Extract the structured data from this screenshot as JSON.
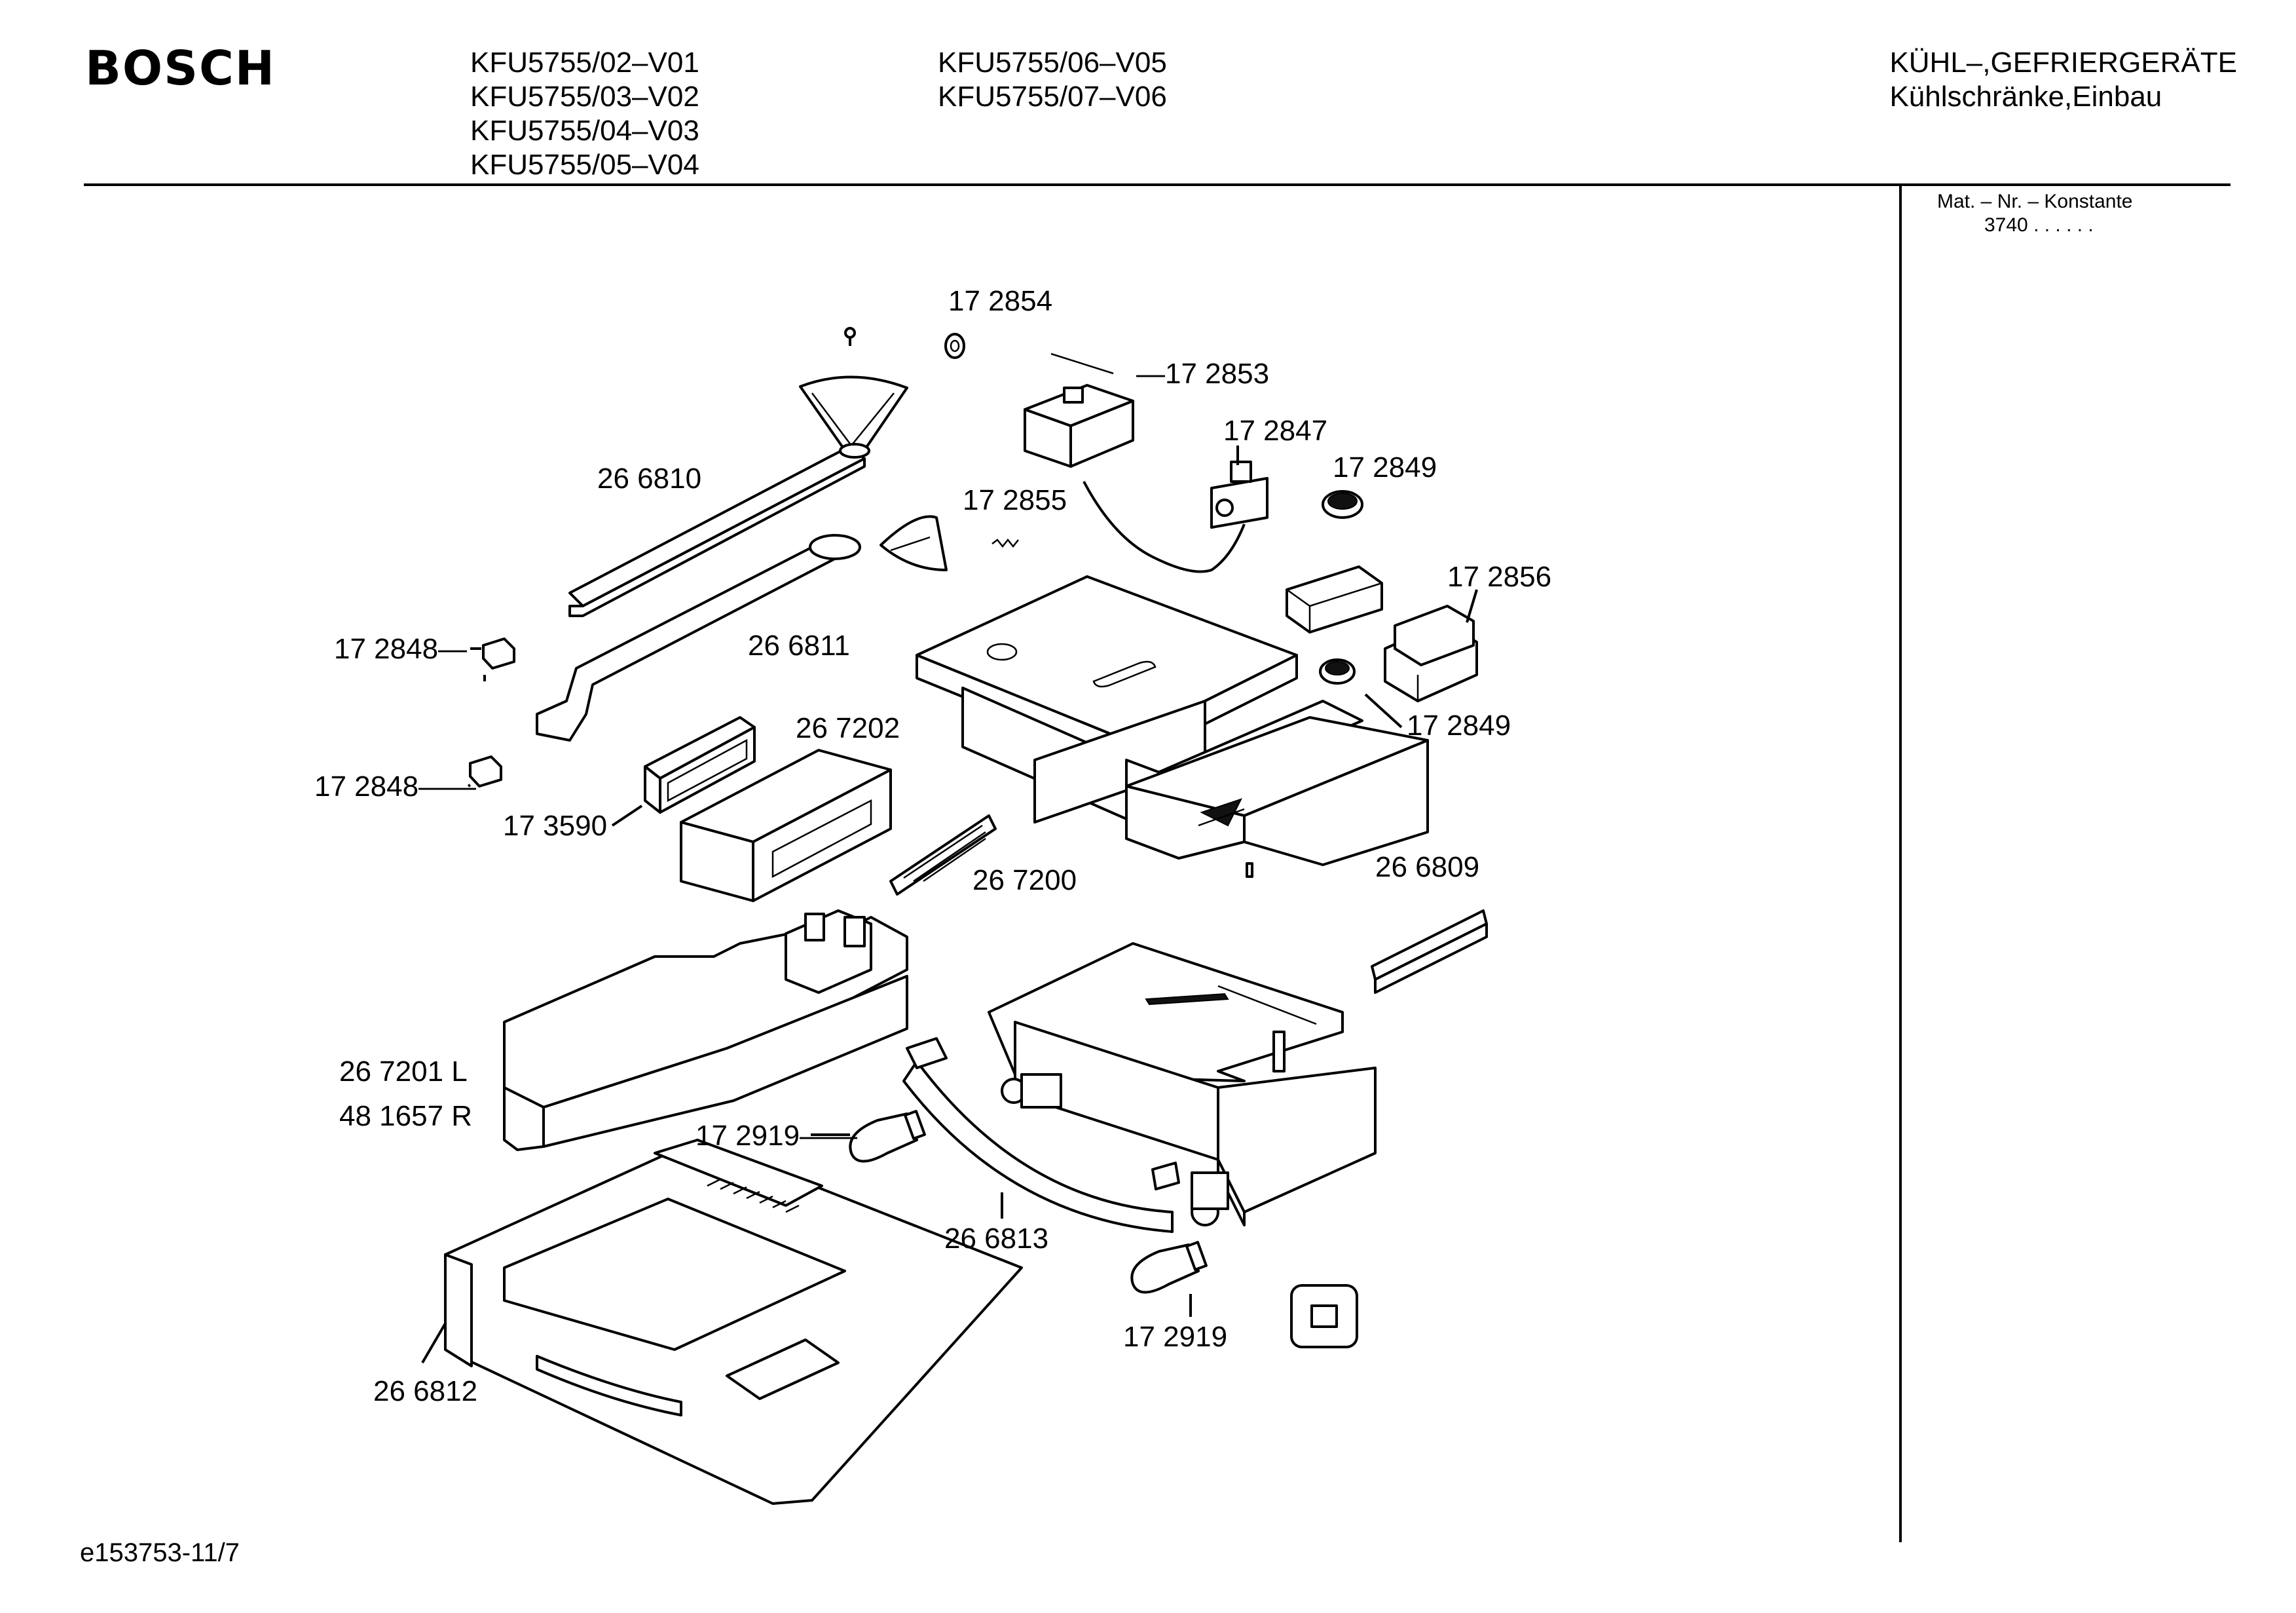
{
  "brand": "BOSCH",
  "models_col1": [
    "KFU5755/02–V01",
    "KFU5755/03–V02",
    "KFU5755/04–V03",
    "KFU5755/05–V04"
  ],
  "models_col2": [
    "KFU5755/06–V05",
    "KFU5755/07–V06"
  ],
  "category_line1": "KÜHL–,GEFRIERGERÄTE",
  "category_line2": "Kühlschränke,Einbau",
  "mat_label": "Mat. – Nr. – Konstante",
  "mat_value": "3740  .  .  .  .  .  .",
  "footer_code": "e153753-11/7",
  "parts": {
    "p172854": "17 2854",
    "p172853": "—17 2853",
    "p172847": "17 2847",
    "p172849a": "17 2849",
    "p172855": "17 2855",
    "p266810": "26 6810",
    "p172856": "17 2856",
    "p172848a": "17 2848—",
    "p266811": "26 6811",
    "p172849b": "17 2849",
    "p267202": "26 7202",
    "p172848b": "17 2848——",
    "p173590": "17 3590",
    "p267200": "26 7200",
    "p266809": "26 6809",
    "p267201": "26 7201 L",
    "p481657": "48 1657 R",
    "p172919a": "17 2919——",
    "p266813": "26 6813",
    "p172919b": "17 2919",
    "p266812": "26 6812"
  }
}
